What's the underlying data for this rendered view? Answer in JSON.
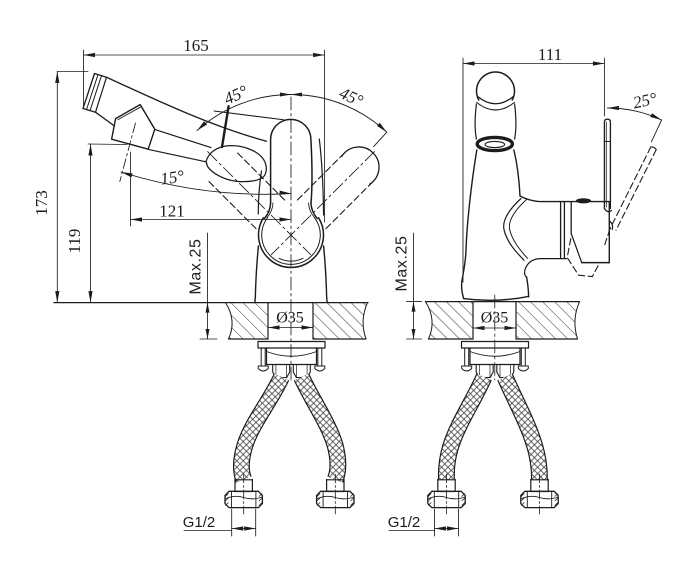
{
  "document": {
    "type": "technical dimension drawing",
    "subject": "single-handle basin faucet with pull-out sprayer and flexible supply hoses",
    "views": [
      "front elevation",
      "side elevation"
    ],
    "units": "mm"
  },
  "colors": {
    "ink": "#1c1c1c",
    "background": "#ffffff"
  },
  "views": {
    "front": {
      "name": "front view",
      "dims": {
        "width_total": "165",
        "height_total": "173",
        "spout_height": "119",
        "spout_reach": "121",
        "spout_angle": "15°",
        "swing_left": "45°",
        "swing_right": "45°",
        "hole_dia": "Ø35",
        "deck_max": "Max.25",
        "thread": "G1/2"
      }
    },
    "side": {
      "name": "side view",
      "dims": {
        "depth_total": "111",
        "handle_tilt": "25°",
        "hole_dia": "Ø35",
        "deck_max": "Max.25",
        "thread": "G1/2"
      }
    }
  }
}
